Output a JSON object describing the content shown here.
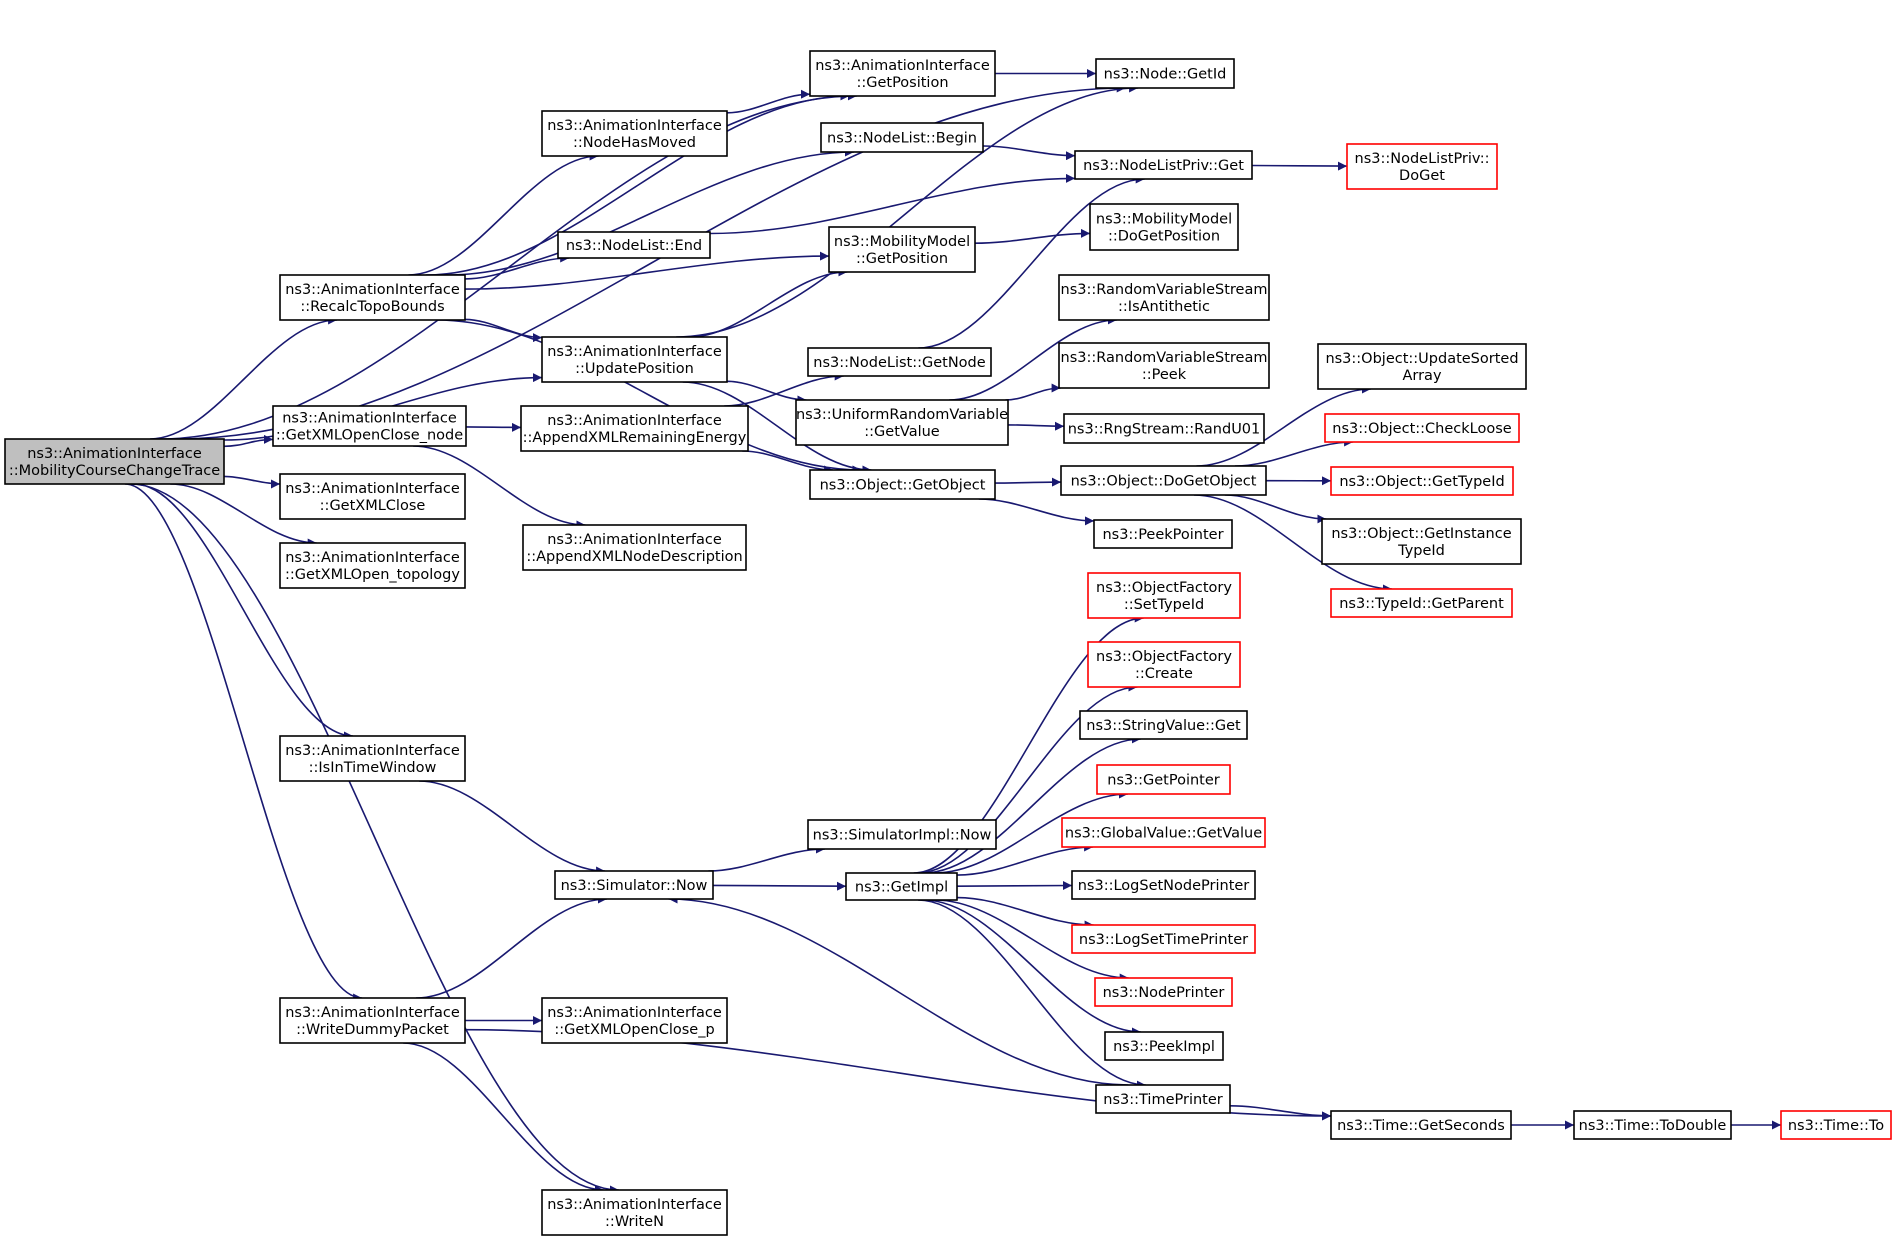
{
  "graph": {
    "root": "n_root",
    "colors": {
      "edge": "#191970",
      "node_border": "#000000",
      "truncated_border": "#ff0000",
      "root_fill": "#bfbfbf"
    },
    "nodes": [
      {
        "id": "n_root",
        "lines": [
          "ns3::AnimationInterface",
          "::MobilityCourseChangeTrace"
        ]
      },
      {
        "id": "n_recalc",
        "lines": [
          "ns3::AnimationInterface",
          "::RecalcTopoBounds"
        ]
      },
      {
        "id": "n_getxml_close_node",
        "lines": [
          "ns3::AnimationInterface",
          "::GetXMLOpenClose_node"
        ]
      },
      {
        "id": "n_getxmlclose",
        "lines": [
          "ns3::AnimationInterface",
          "::GetXMLClose"
        ]
      },
      {
        "id": "n_getxmlopen_topology",
        "lines": [
          "ns3::AnimationInterface",
          "::GetXMLOpen_topology"
        ]
      },
      {
        "id": "n_isintimewindow",
        "lines": [
          "ns3::AnimationInterface",
          "::IsInTimeWindow"
        ]
      },
      {
        "id": "n_writedummy",
        "lines": [
          "ns3::AnimationInterface",
          "::WriteDummyPacket"
        ]
      },
      {
        "id": "n_nodehasmoved",
        "lines": [
          "ns3::AnimationInterface",
          "::NodeHasMoved"
        ]
      },
      {
        "id": "n_nodelist_end",
        "lines": [
          "ns3::NodeList::End"
        ]
      },
      {
        "id": "n_updatepos",
        "lines": [
          "ns3::AnimationInterface",
          "::UpdatePosition"
        ]
      },
      {
        "id": "n_appendremain",
        "lines": [
          "ns3::AnimationInterface",
          "::AppendXMLRemainingEnergy"
        ]
      },
      {
        "id": "n_appendnodedesc",
        "lines": [
          "ns3::AnimationInterface",
          "::AppendXMLNodeDescription"
        ]
      },
      {
        "id": "n_sim_now",
        "lines": [
          "ns3::Simulator::Now"
        ]
      },
      {
        "id": "n_getxml_close_p",
        "lines": [
          "ns3::AnimationInterface",
          "::GetXMLOpenClose_p"
        ]
      },
      {
        "id": "n_writen",
        "lines": [
          "ns3::AnimationInterface",
          "::WriteN"
        ]
      },
      {
        "id": "n_getposition",
        "lines": [
          "ns3::AnimationInterface",
          "::GetPosition"
        ]
      },
      {
        "id": "n_nodelist_begin",
        "lines": [
          "ns3::NodeList::Begin"
        ]
      },
      {
        "id": "n_mob_getpos",
        "lines": [
          "ns3::MobilityModel",
          "::GetPosition"
        ]
      },
      {
        "id": "n_nodelist_getnode",
        "lines": [
          "ns3::NodeList::GetNode"
        ]
      },
      {
        "id": "n_urv_getvalue",
        "lines": [
          "ns3::UniformRandomVariable",
          "::GetValue"
        ]
      },
      {
        "id": "n_obj_getobject",
        "lines": [
          "ns3::Object::GetObject"
        ]
      },
      {
        "id": "n_simimpl_now",
        "lines": [
          "ns3::SimulatorImpl::Now"
        ]
      },
      {
        "id": "n_getimpl",
        "lines": [
          "ns3::GetImpl"
        ]
      },
      {
        "id": "n_node_getid",
        "lines": [
          "ns3::Node::GetId"
        ]
      },
      {
        "id": "n_nlp_get",
        "lines": [
          "ns3::NodeListPriv::Get"
        ]
      },
      {
        "id": "n_mob_dogetpos",
        "lines": [
          "ns3::MobilityModel",
          "::DoGetPosition"
        ]
      },
      {
        "id": "n_rvs_isanti",
        "lines": [
          "ns3::RandomVariableStream",
          "::IsAntithetic"
        ]
      },
      {
        "id": "n_rvs_peek",
        "lines": [
          "ns3::RandomVariableStream",
          "::Peek"
        ]
      },
      {
        "id": "n_rng_randu01",
        "lines": [
          "ns3::RngStream::RandU01"
        ]
      },
      {
        "id": "n_obj_dogetobject",
        "lines": [
          "ns3::Object::DoGetObject"
        ]
      },
      {
        "id": "n_peekpointer",
        "lines": [
          "ns3::PeekPointer"
        ]
      },
      {
        "id": "n_of_settypeid",
        "lines": [
          "ns3::ObjectFactory",
          "::SetTypeId"
        ],
        "red": true
      },
      {
        "id": "n_of_create",
        "lines": [
          "ns3::ObjectFactory",
          "::Create"
        ],
        "red": true
      },
      {
        "id": "n_stringvalue_get",
        "lines": [
          "ns3::StringValue::Get"
        ]
      },
      {
        "id": "n_getpointer",
        "lines": [
          "ns3::GetPointer"
        ],
        "red": true
      },
      {
        "id": "n_gv_getvalue",
        "lines": [
          "ns3::GlobalValue::GetValue"
        ],
        "red": true
      },
      {
        "id": "n_logsetnodeprinter",
        "lines": [
          "ns3::LogSetNodePrinter"
        ]
      },
      {
        "id": "n_logsettimeprinter",
        "lines": [
          "ns3::LogSetTimePrinter"
        ],
        "red": true
      },
      {
        "id": "n_nodeprinter",
        "lines": [
          "ns3::NodePrinter"
        ],
        "red": true
      },
      {
        "id": "n_peekimpl",
        "lines": [
          "ns3::PeekImpl"
        ]
      },
      {
        "id": "n_timeprinter",
        "lines": [
          "ns3::TimePrinter"
        ]
      },
      {
        "id": "n_time_getseconds",
        "lines": [
          "ns3::Time::GetSeconds"
        ]
      },
      {
        "id": "n_nlp_doget",
        "lines": [
          "ns3::NodeListPriv::",
          "DoGet"
        ],
        "red": true
      },
      {
        "id": "n_obj_updatesorted",
        "lines": [
          "ns3::Object::UpdateSorted",
          "Array"
        ]
      },
      {
        "id": "n_obj_checkloose",
        "lines": [
          "ns3::Object::CheckLoose"
        ],
        "red": true
      },
      {
        "id": "n_obj_gettypeid",
        "lines": [
          "ns3::Object::GetTypeId"
        ],
        "red": true
      },
      {
        "id": "n_obj_getinstancetypeid",
        "lines": [
          "ns3::Object::GetInstance",
          "TypeId"
        ]
      },
      {
        "id": "n_typeid_getparent",
        "lines": [
          "ns3::TypeId::GetParent"
        ],
        "red": true
      },
      {
        "id": "n_time_todouble",
        "lines": [
          "ns3::Time::ToDouble"
        ]
      },
      {
        "id": "n_time_to",
        "lines": [
          "ns3::Time::To"
        ],
        "red": true
      }
    ],
    "edges": [
      [
        "n_root",
        "n_node_getid"
      ],
      [
        "n_root",
        "n_getposition"
      ],
      [
        "n_root",
        "n_recalc"
      ],
      [
        "n_root",
        "n_updatepos"
      ],
      [
        "n_root",
        "n_getxml_close_node"
      ],
      [
        "n_root",
        "n_getxmlclose"
      ],
      [
        "n_root",
        "n_getxmlopen_topology"
      ],
      [
        "n_root",
        "n_isintimewindow"
      ],
      [
        "n_root",
        "n_writedummy"
      ],
      [
        "n_root",
        "n_writen"
      ],
      [
        "n_recalc",
        "n_getposition"
      ],
      [
        "n_recalc",
        "n_nodehasmoved"
      ],
      [
        "n_recalc",
        "n_nodelist_begin"
      ],
      [
        "n_recalc",
        "n_nodelist_end"
      ],
      [
        "n_recalc",
        "n_mob_getpos"
      ],
      [
        "n_recalc",
        "n_updatepos"
      ],
      [
        "n_recalc",
        "n_obj_getobject"
      ],
      [
        "n_nodehasmoved",
        "n_getposition"
      ],
      [
        "n_getposition",
        "n_node_getid"
      ],
      [
        "n_nodelist_begin",
        "n_nlp_get"
      ],
      [
        "n_nodelist_end",
        "n_nlp_get"
      ],
      [
        "n_nlp_get",
        "n_nlp_doget"
      ],
      [
        "n_mob_getpos",
        "n_mob_dogetpos"
      ],
      [
        "n_updatepos",
        "n_mob_getpos"
      ],
      [
        "n_updatepos",
        "n_node_getid"
      ],
      [
        "n_updatepos",
        "n_urv_getvalue"
      ],
      [
        "n_updatepos",
        "n_obj_getobject"
      ],
      [
        "n_nodelist_getnode",
        "n_nlp_get"
      ],
      [
        "n_getxml_close_node",
        "n_appendremain"
      ],
      [
        "n_getxml_close_node",
        "n_appendnodedesc"
      ],
      [
        "n_appendremain",
        "n_nodelist_getnode"
      ],
      [
        "n_appendremain",
        "n_obj_getobject"
      ],
      [
        "n_urv_getvalue",
        "n_rvs_isanti"
      ],
      [
        "n_urv_getvalue",
        "n_rvs_peek"
      ],
      [
        "n_urv_getvalue",
        "n_rng_randu01"
      ],
      [
        "n_obj_getobject",
        "n_obj_dogetobject"
      ],
      [
        "n_obj_getobject",
        "n_peekpointer"
      ],
      [
        "n_obj_dogetobject",
        "n_obj_updatesorted"
      ],
      [
        "n_obj_dogetobject",
        "n_obj_checkloose"
      ],
      [
        "n_obj_dogetobject",
        "n_obj_gettypeid"
      ],
      [
        "n_obj_dogetobject",
        "n_obj_getinstancetypeid"
      ],
      [
        "n_obj_dogetobject",
        "n_typeid_getparent"
      ],
      [
        "n_isintimewindow",
        "n_sim_now"
      ],
      [
        "n_writedummy",
        "n_sim_now"
      ],
      [
        "n_writedummy",
        "n_getxml_close_p"
      ],
      [
        "n_writedummy",
        "n_time_getseconds"
      ],
      [
        "n_writedummy",
        "n_writen"
      ],
      [
        "n_sim_now",
        "n_simimpl_now"
      ],
      [
        "n_sim_now",
        "n_getimpl"
      ],
      [
        "n_getimpl",
        "n_of_settypeid"
      ],
      [
        "n_getimpl",
        "n_of_create"
      ],
      [
        "n_getimpl",
        "n_stringvalue_get"
      ],
      [
        "n_getimpl",
        "n_getpointer"
      ],
      [
        "n_getimpl",
        "n_gv_getvalue"
      ],
      [
        "n_getimpl",
        "n_logsetnodeprinter"
      ],
      [
        "n_getimpl",
        "n_logsettimeprinter"
      ],
      [
        "n_getimpl",
        "n_nodeprinter"
      ],
      [
        "n_getimpl",
        "n_peekimpl"
      ],
      [
        "n_getimpl",
        "n_timeprinter"
      ],
      [
        "n_timeprinter",
        "n_sim_now"
      ],
      [
        "n_timeprinter",
        "n_time_getseconds"
      ],
      [
        "n_time_getseconds",
        "n_time_todouble"
      ],
      [
        "n_time_todouble",
        "n_time_to"
      ]
    ]
  }
}
